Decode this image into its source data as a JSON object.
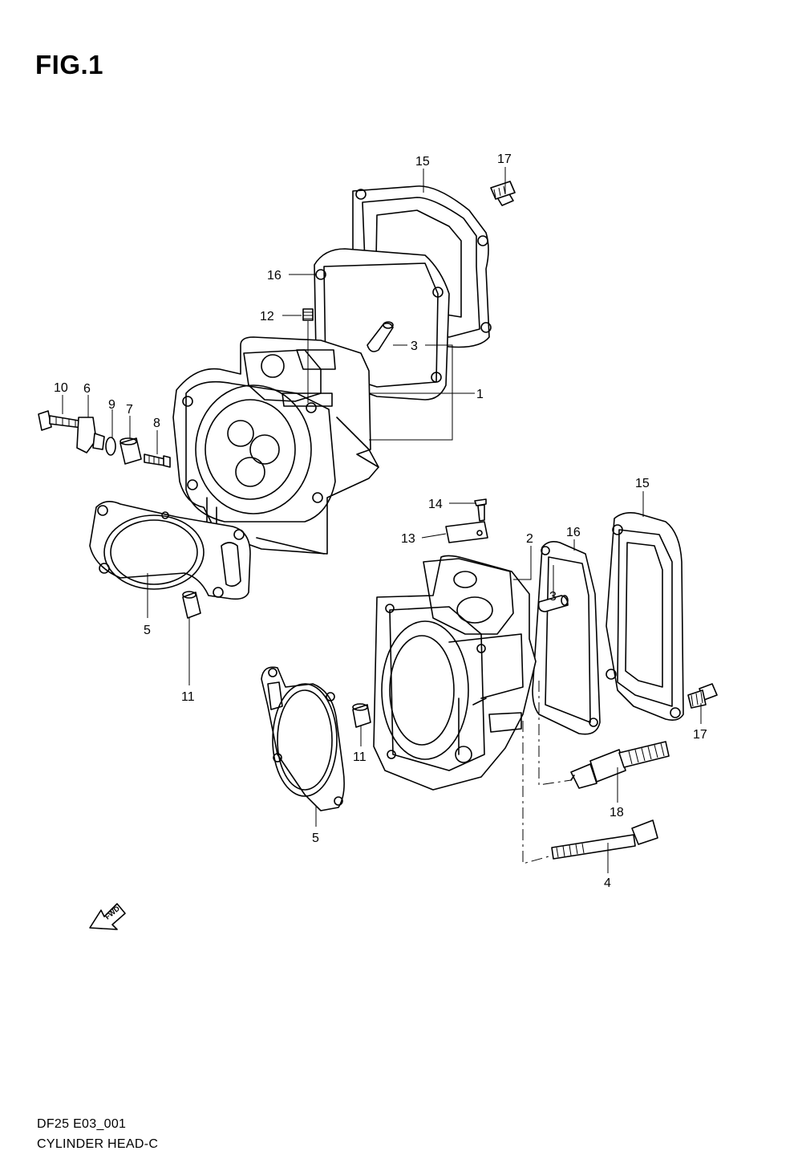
{
  "figure": {
    "title": "FIG.1",
    "code": "DF25 E03_001",
    "name": "CYLINDER HEAD-C",
    "fwd_label": "FWD"
  },
  "callouts": {
    "c1": "1",
    "c2": "2",
    "c3a": "3",
    "c3b": "3",
    "c4": "4",
    "c5a": "5",
    "c5b": "5",
    "c6": "6",
    "c7": "7",
    "c8": "8",
    "c9": "9",
    "c10": "10",
    "c11a": "11",
    "c11b": "11",
    "c12": "12",
    "c13": "13",
    "c14": "14",
    "c15a": "15",
    "c15b": "15",
    "c16a": "16",
    "c16b": "16",
    "c17a": "17",
    "c17b": "17",
    "c18": "18"
  }
}
